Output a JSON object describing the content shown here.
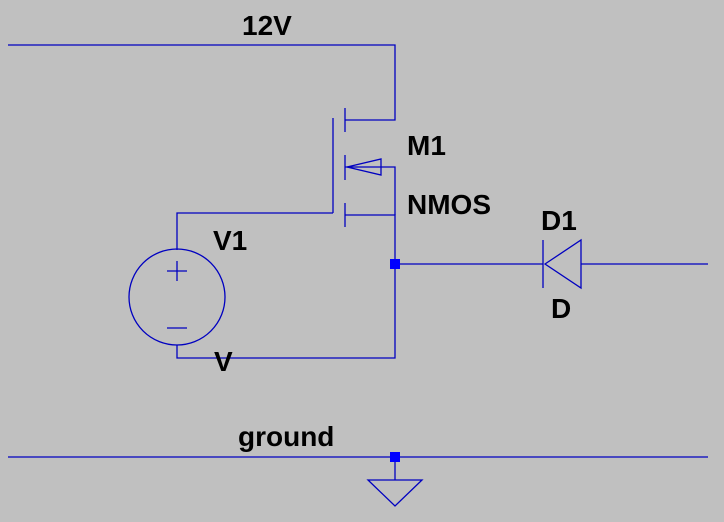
{
  "labels": {
    "net_12v": "12V",
    "net_ground": "ground",
    "mosfet_ref": "M1",
    "mosfet_model": "NMOS",
    "source_ref": "V1",
    "source_value": "V",
    "diode_ref": "D1",
    "diode_model": "D"
  },
  "symbols": {
    "source_plus": "+",
    "source_minus": "−"
  },
  "colors": {
    "background": "#c0c0c0",
    "wire": "#0000c0",
    "junction": "#0000ff",
    "text": "#000000"
  }
}
